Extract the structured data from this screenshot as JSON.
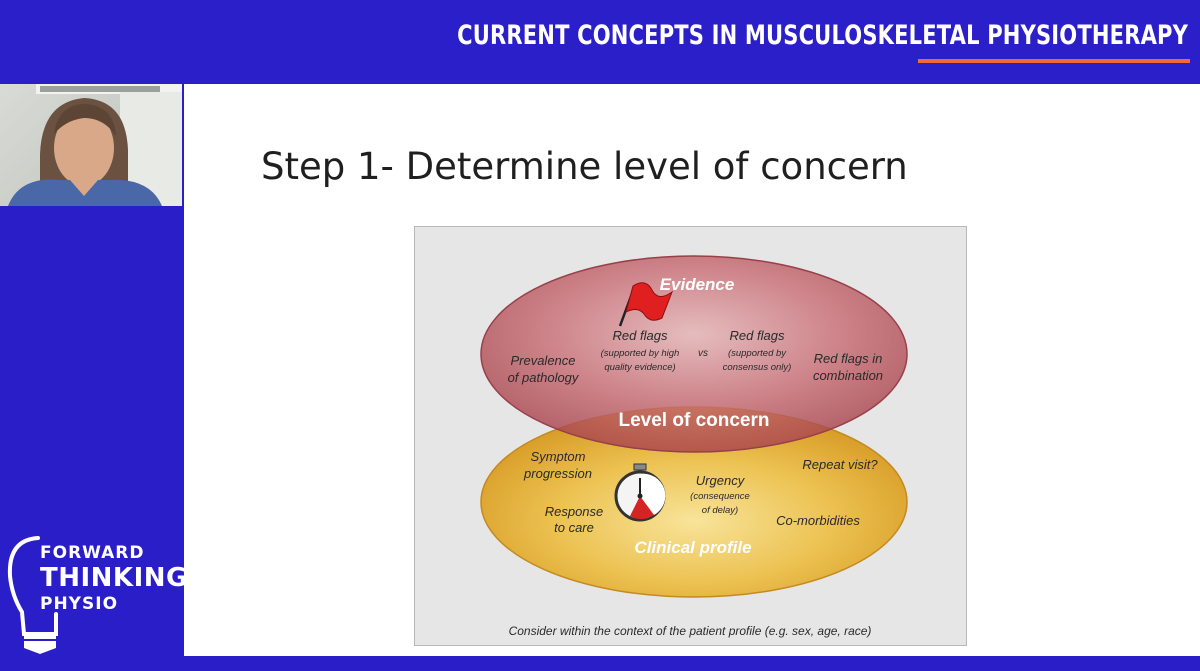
{
  "header": {
    "title": "CURRENT CONCEPTS IN MUSCULOSKELETAL PHYSIOTHERAPY"
  },
  "slide": {
    "title": "Step 1- Determine level of concern"
  },
  "diagram": {
    "top_ellipse_title": "Evidence",
    "red_flags_high_l1": "Red flags",
    "red_flags_high_l2": "(supported by high",
    "red_flags_high_l3": "quality evidence)",
    "vs": "vs",
    "red_flags_consensus_l1": "Red flags",
    "red_flags_consensus_l2": "(supported by",
    "red_flags_consensus_l3": "consensus only)",
    "prevalence_l1": "Prevalence",
    "prevalence_l2": "of pathology",
    "combination_l1": "Red flags in",
    "combination_l2": "combination",
    "center_label": "Level of concern",
    "symptom_l1": "Symptom",
    "symptom_l2": "progression",
    "urgency_l1": "Urgency",
    "urgency_l2": "(consequence",
    "urgency_l3": "of delay)",
    "repeat_visit": "Repeat visit?",
    "response_l1": "Response",
    "response_l2": "to care",
    "comorbidities": "Co-morbidities",
    "bottom_ellipse_title": "Clinical profile",
    "footer_note": "Consider within the context of the patient profile  (e.g. sex, age, race)"
  },
  "logo": {
    "line1": "FORWARD",
    "line2": "THINKING",
    "line3": "PHYSIO"
  },
  "colors": {
    "brand_blue": "#2a1ec8",
    "accent_orange": "#f0693a",
    "evidence_red": "#b85058",
    "clinical_yellow": "#e6b83a"
  }
}
